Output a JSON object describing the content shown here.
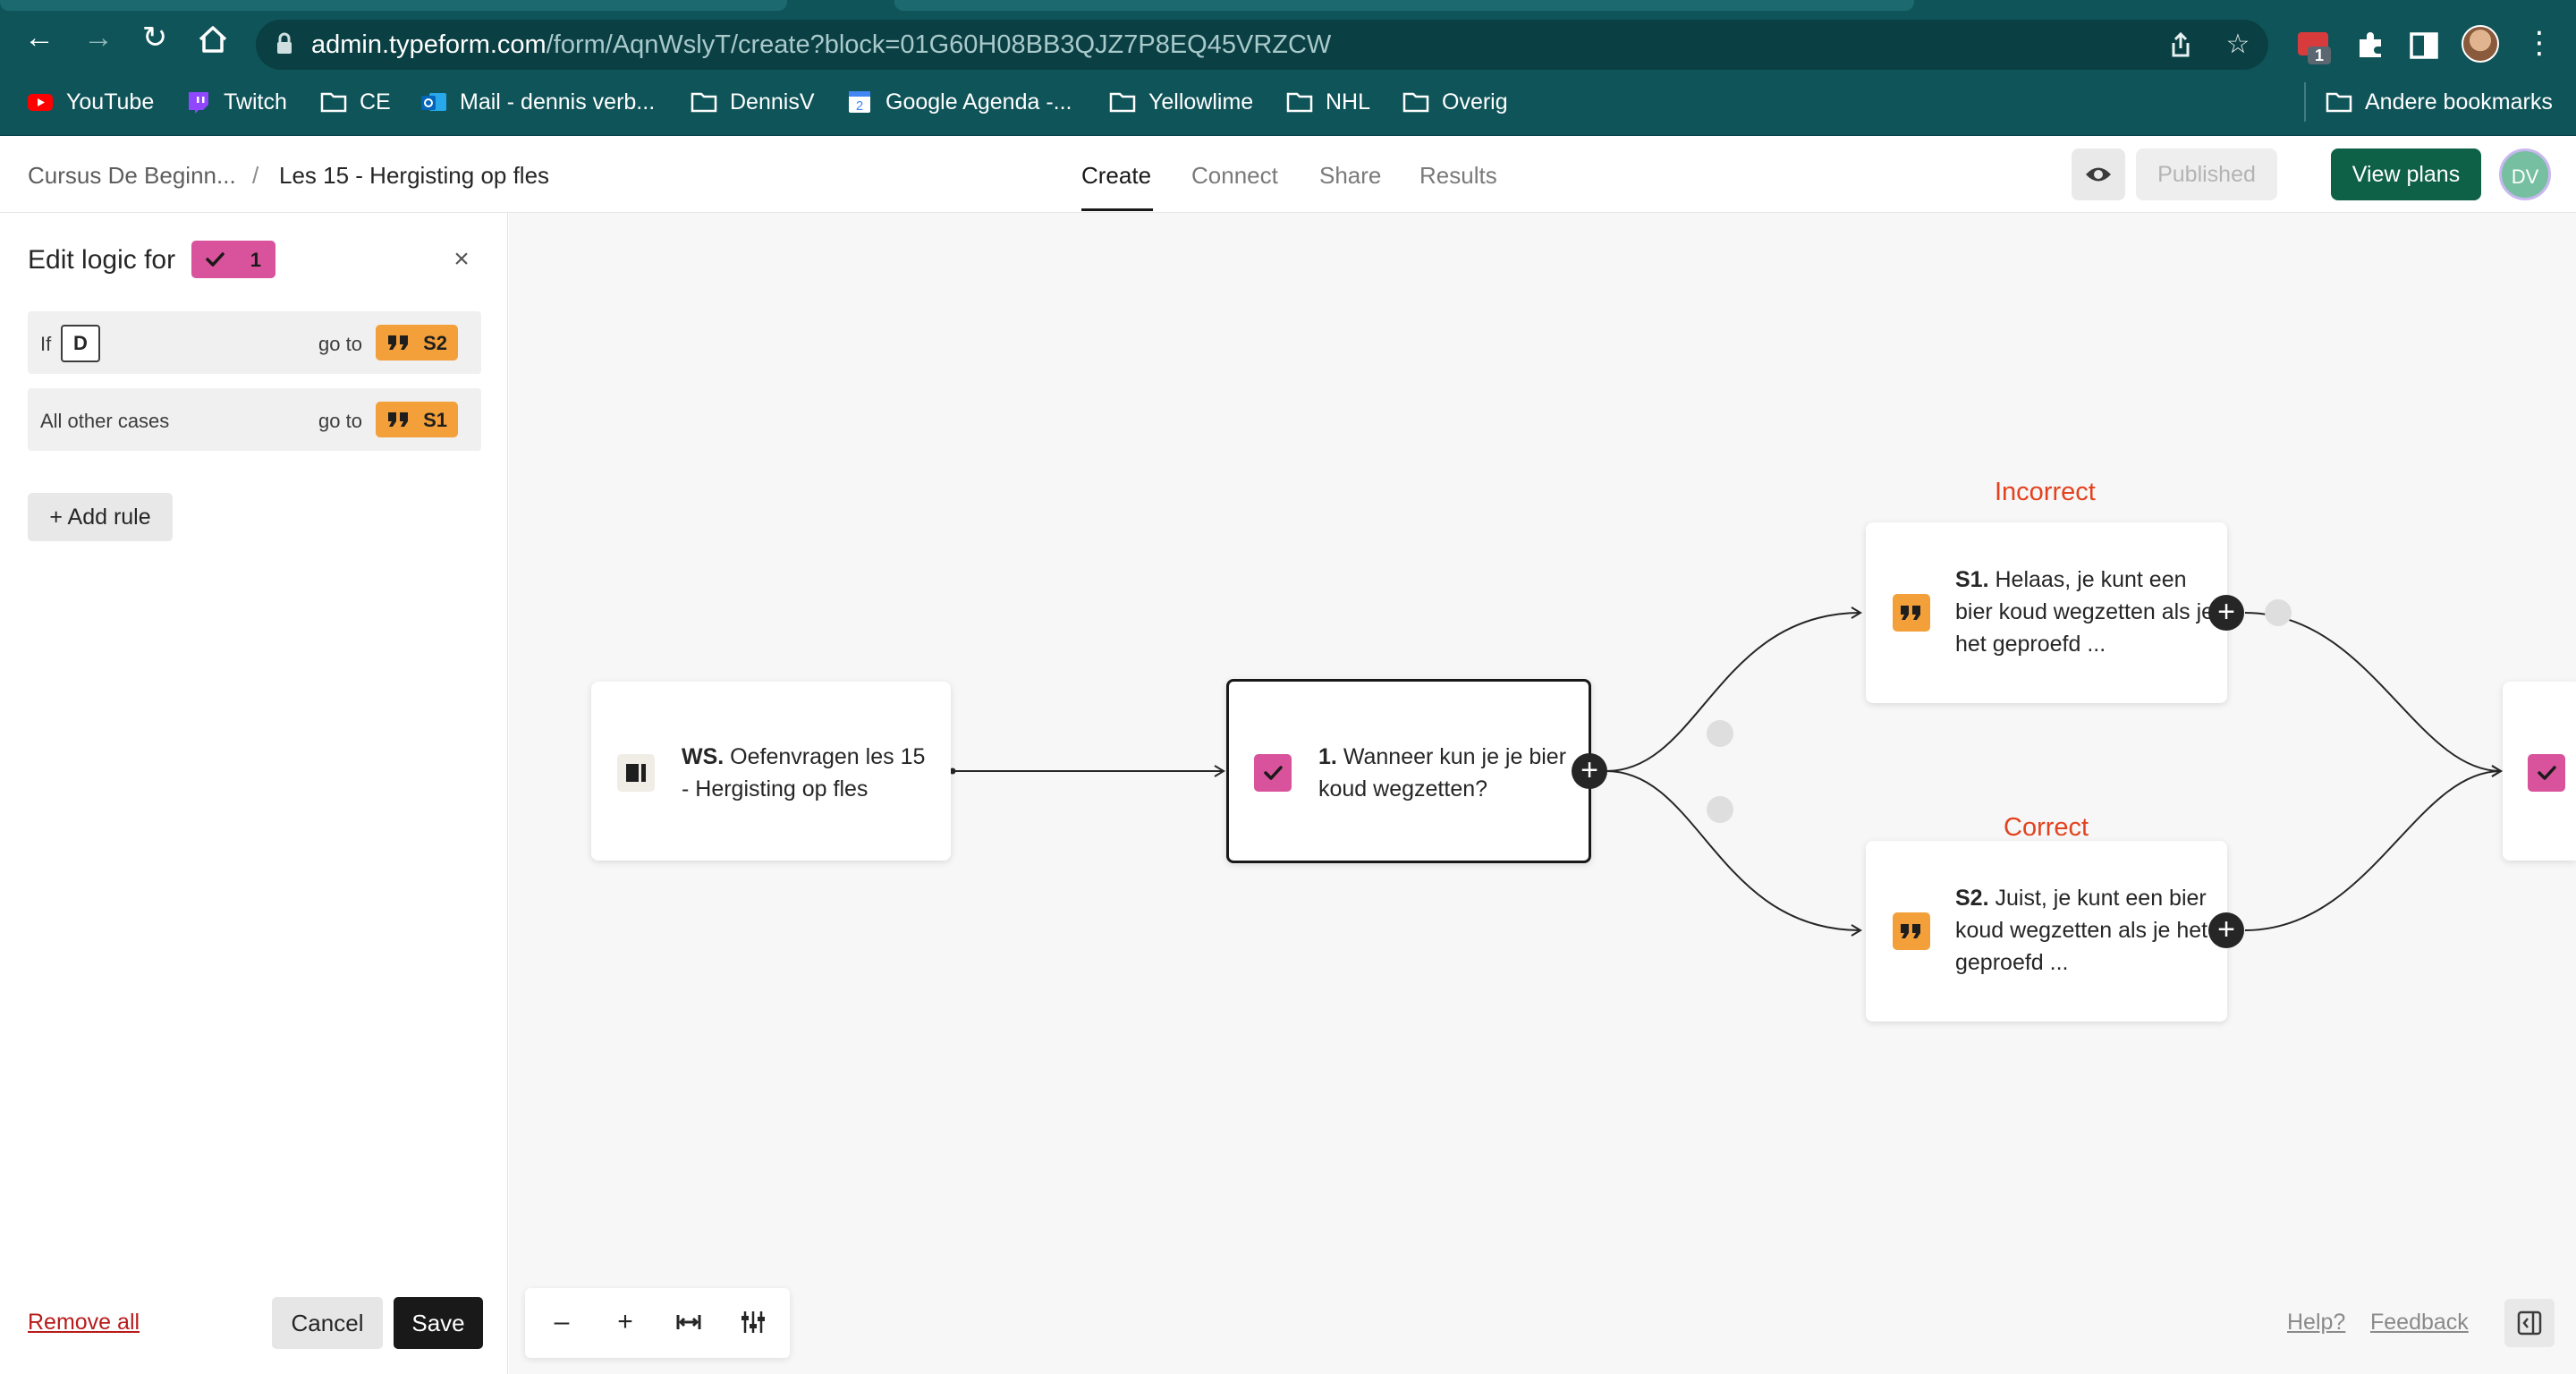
{
  "browser": {
    "url_host": "admin.typeform.com",
    "url_path": "/form/AqnWslyT/create?block=01G60H08BB3QJZ7P8EQ45VRZCW",
    "extension_badge": "1",
    "bookmarks": [
      {
        "label": "YouTube",
        "icon": "youtube-icon"
      },
      {
        "label": "Twitch",
        "icon": "twitch-icon"
      },
      {
        "label": "CE",
        "icon": "folder-icon"
      },
      {
        "label": "Mail - dennis verb...",
        "icon": "outlook-icon"
      },
      {
        "label": "DennisV",
        "icon": "folder-icon"
      },
      {
        "label": "Google Agenda -...",
        "icon": "calendar-icon"
      },
      {
        "label": "Yellowlime",
        "icon": "folder-icon"
      },
      {
        "label": "NHL",
        "icon": "folder-icon"
      },
      {
        "label": "Overig",
        "icon": "folder-icon"
      }
    ],
    "other_bookmarks": "Andere bookmarks"
  },
  "header": {
    "breadcrumb_workspace": "Cursus De Beginn...",
    "breadcrumb_separator": "/",
    "breadcrumb_form": "Les 15 - Hergisting op fles",
    "tabs": [
      {
        "label": "Create",
        "active": true
      },
      {
        "label": "Connect",
        "active": false
      },
      {
        "label": "Share",
        "active": false
      },
      {
        "label": "Results",
        "active": false
      }
    ],
    "published_label": "Published",
    "view_plans_label": "View plans",
    "avatar_initials": "DV"
  },
  "logic_panel": {
    "title": "Edit logic for",
    "question_ref": "1",
    "rules": [
      {
        "condition_label": "If",
        "choice": "D",
        "goto_label": "go to",
        "target": "S2"
      },
      {
        "condition_label": "All other cases",
        "goto_label": "go to",
        "target": "S1"
      }
    ],
    "add_rule_label": "+ Add rule",
    "remove_all_label": "Remove all",
    "cancel_label": "Cancel",
    "save_label": "Save"
  },
  "canvas": {
    "nodes": {
      "welcome": {
        "ref": "WS.",
        "text": "Oefenvragen les 15 - Hergisting op fles"
      },
      "question": {
        "ref": "1.",
        "text": "Wanneer kun je je bier koud wegzetten?"
      },
      "s1": {
        "label": "Incorrect",
        "ref": "S1.",
        "text": "Helaas, je kunt een bier koud wegzetten als je het geproefd ..."
      },
      "s2": {
        "label": "Correct",
        "ref": "S2.",
        "text": "Juist, je kunt een bier koud wegzetten als je het geproefd ..."
      }
    },
    "zoom_controls": {
      "minus": "–",
      "plus": "+"
    },
    "help_label": "Help?",
    "feedback_label": "Feedback"
  },
  "colors": {
    "chrome": "#0f5459",
    "multiple_choice": "#d8539b",
    "statement": "#f3a03b",
    "primary_button": "#0e6147",
    "branch_label": "#e3421e"
  }
}
